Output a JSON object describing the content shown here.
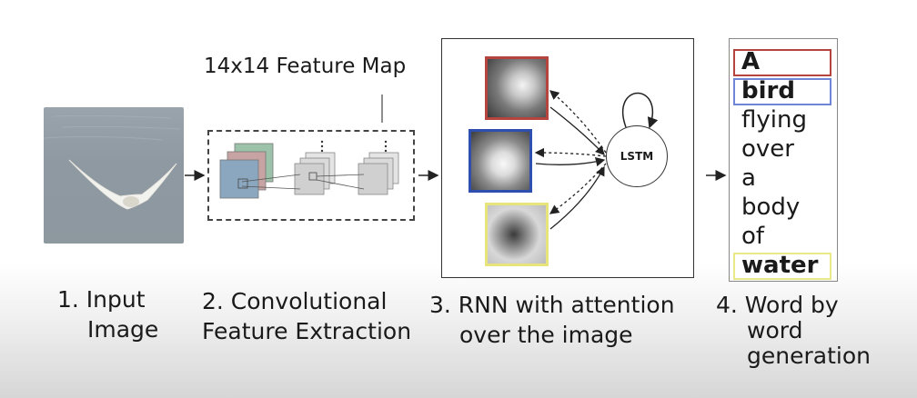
{
  "steps": [
    {
      "line1": "1. Input",
      "line2": "Image"
    },
    {
      "line1": "2. Convolutional",
      "line2": "Feature Extraction"
    },
    {
      "line1": "3. RNN with attention",
      "line2": "over the image"
    },
    {
      "line1": "4. Word by",
      "line2": "word",
      "line3": "generation"
    }
  ],
  "feature_map_label": "14x14 Feature Map",
  "lstm_label": "LSTM",
  "attention_colors": [
    "#b5443f",
    "#2f4fb0",
    "#e6e47a"
  ],
  "caption_words": [
    {
      "text": "A",
      "bold": true,
      "box_color": "#b5443f"
    },
    {
      "text": "bird",
      "bold": true,
      "box_color": "#6f86d6"
    },
    {
      "text": "flying",
      "bold": false
    },
    {
      "text": "over",
      "bold": false
    },
    {
      "text": "a",
      "bold": false
    },
    {
      "text": "body",
      "bold": false
    },
    {
      "text": "of",
      "bold": false
    },
    {
      "text": "water",
      "bold": true,
      "box_color": "#e9e98a"
    }
  ]
}
